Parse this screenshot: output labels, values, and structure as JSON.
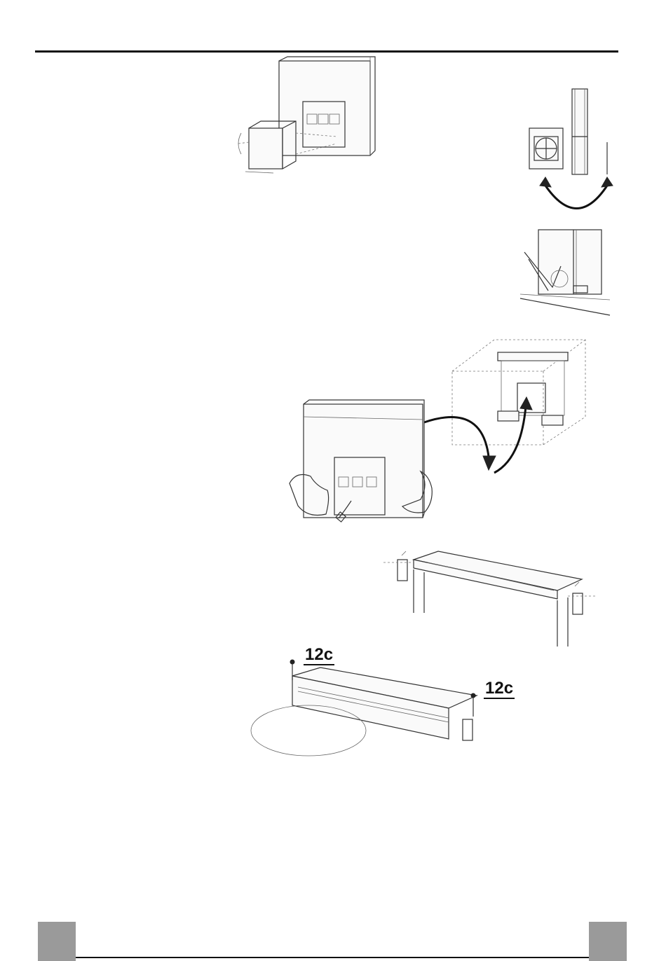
{
  "figures": {
    "fig1": "duct-adapter-wall-mounting",
    "fig2": "duct-and-flange-rotation",
    "fig3": "cabinet-bracket-fixing",
    "fig4": "unit-insertion-into-cabinet",
    "fig5": "top-cover-bracket-alignment",
    "fig6": "top-cover-screw-fixing"
  },
  "callouts": {
    "left": "12c",
    "right": "12c"
  },
  "colors": {
    "line": "#333333",
    "footer_tab": "#9a9a9a"
  }
}
